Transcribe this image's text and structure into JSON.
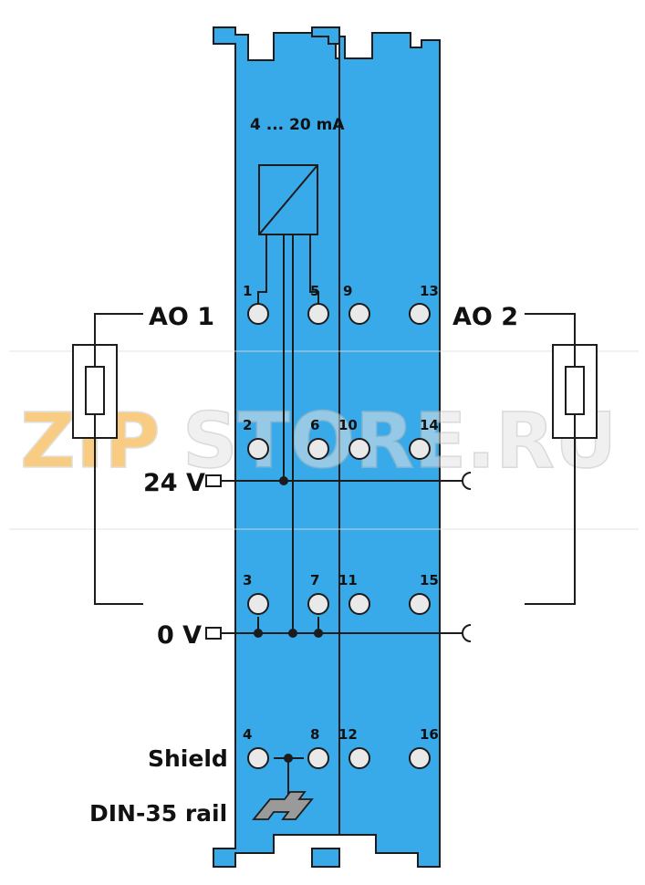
{
  "title": "4 ... 20 mA",
  "labels": {
    "ao1": "AO 1",
    "ao2": "AO 2",
    "v24": "24 V",
    "v0": "0 V",
    "shield": "Shield",
    "din": "DIN-35 rail"
  },
  "terminals": [
    "1",
    "2",
    "3",
    "4",
    "5",
    "6",
    "7",
    "8",
    "9",
    "10",
    "11",
    "12",
    "13",
    "14",
    "15",
    "16"
  ],
  "watermark": {
    "part1": "ZIP",
    "part2": "STORE.RU"
  },
  "colors": {
    "module": "#38a9e9",
    "outline": "#1c1c1c",
    "contact": "#e9e9e9",
    "watermark_orange": "#f4a51e",
    "watermark_gray": "#e4e4e4"
  }
}
